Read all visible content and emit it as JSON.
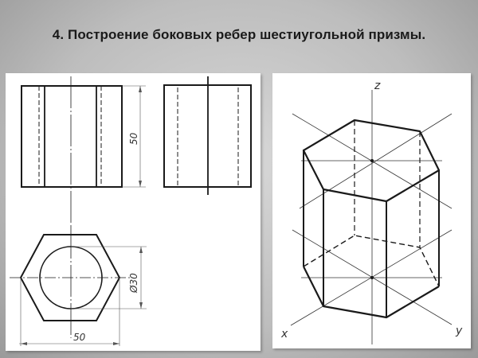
{
  "slide": {
    "title": "4. Построение боковых ребер шестиугольной призмы."
  },
  "drawing_orthographic": {
    "front_view": {
      "height_dimension": "50"
    },
    "top_view": {
      "diameter_dimension": "Ø30",
      "width_dimension": "50"
    }
  },
  "drawing_isometric": {
    "axes": {
      "z": "z",
      "x": "x",
      "y": "y"
    }
  },
  "colors": {
    "line": "#1a1a1a",
    "thin_line": "#444444",
    "background_gray": "#bdbdbd",
    "panel": "#ffffff"
  }
}
